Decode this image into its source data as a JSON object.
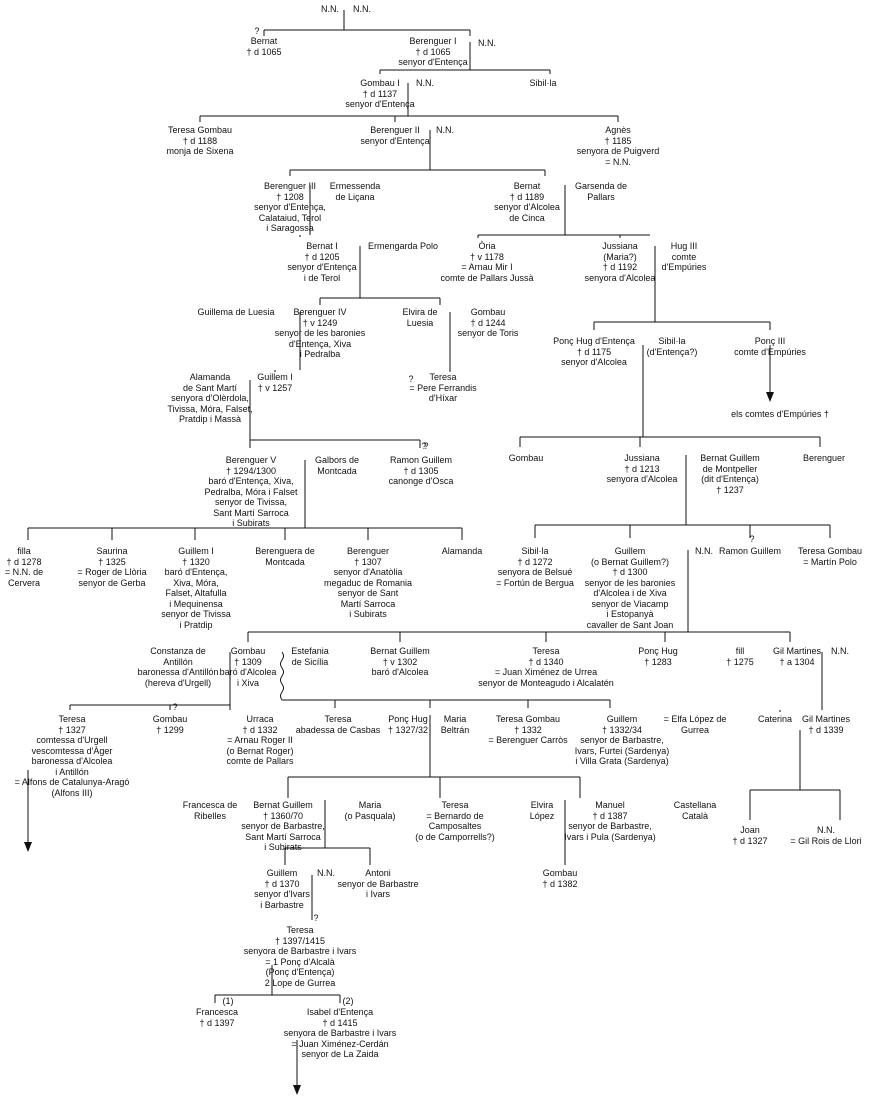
{
  "nodes": [
    {
      "id": "nn_top_l",
      "text": "N.N."
    },
    {
      "id": "nn_top_r",
      "text": "N.N."
    },
    {
      "id": "bernat_1065",
      "text": "Bernat\n† d 1065"
    },
    {
      "id": "berenguer_i",
      "text": "Berenguer I\n† d 1065\nsenyor d'Entença"
    },
    {
      "id": "nn_ber1",
      "text": "N.N."
    },
    {
      "id": "gombau_i",
      "text": "Gombau I\n† d 1137\nsenyor d'Entença"
    },
    {
      "id": "nn_gombau1",
      "text": "N.N."
    },
    {
      "id": "sibilla_1",
      "text": "Sibil·la"
    },
    {
      "id": "teresa_gombau_1188",
      "text": "Teresa Gombau\n† d 1188\nmonja de Sixena"
    },
    {
      "id": "berenguer_ii",
      "text": "Berenguer II\nsenyor d'Entença"
    },
    {
      "id": "nn_ber2",
      "text": "N.N."
    },
    {
      "id": "agnes",
      "text": "Agnès\n† 1185\nsenyora de Puigverd\n= N.N."
    },
    {
      "id": "berenguer_iii",
      "text": "Berenguer III\n† 1208\nsenyor d'Entença,\nCalataiud, Terol\ni Saragossa"
    },
    {
      "id": "ermessenda",
      "text": "Ermessenda\nde Liçana"
    },
    {
      "id": "bernat_1189",
      "text": "Bernat\n† d 1189\nsenyor d'Alcolea\nde Cinca"
    },
    {
      "id": "garsenda",
      "text": "Garsenda de\nPallars"
    },
    {
      "id": "bernat_i",
      "text": "Bernat I\n† d 1205\nsenyor d'Entença\ni de Terol"
    },
    {
      "id": "ermengarda",
      "text": "Ermengarda Polo"
    },
    {
      "id": "oria",
      "text": "Òria\n† v 1178\n= Arnau Mir I\ncomte de Pallars Jussà"
    },
    {
      "id": "jussiana_1192",
      "text": "Jussiana\n(Maria?)\n† d 1192\nsenyora d'Alcolea"
    },
    {
      "id": "hug_iii",
      "text": "Hug III\ncomte\nd'Empúries"
    },
    {
      "id": "guillema",
      "text": "Guillema de Luesia"
    },
    {
      "id": "berenguer_iv",
      "text": "Berenguer IV\n† v 1249\nsenyor de les baronies\nd'Entença, Xiva\ni Pedralba"
    },
    {
      "id": "elvira_luesia",
      "text": "Elvira de\nLuesia"
    },
    {
      "id": "gombau_toris",
      "text": "Gombau\n† d 1244\nsenyor de Toris"
    },
    {
      "id": "ponc_hug_entenca",
      "text": "Ponç Hug d'Entença\n† d 1175\nsenyor d'Alcolea"
    },
    {
      "id": "sibilla_entenca",
      "text": "Sibil·la\n(d'Entença?)"
    },
    {
      "id": "ponc_iii",
      "text": "Ponç III\ncomte d'Empúries"
    },
    {
      "id": "alamanda",
      "text": "Alamanda\nde Sant Martí\nsenyora d'Olèrdola,\nTivissa, Móra, Falset,\nPratdip i Massà"
    },
    {
      "id": "guillem_i_1257",
      "text": "Guillem I\n† v 1257"
    },
    {
      "id": "teresa_ferrandis",
      "text": "Teresa\n= Pere Ferrandis\nd'Híxar"
    },
    {
      "id": "q_teresa",
      "text": "?"
    },
    {
      "id": "comtes_empuries",
      "text": "els comtes d'Empúries †"
    },
    {
      "id": "berenguer_v",
      "text": "Berenguer V\n† 1294/1300\nbaró d'Entença, Xiva,\nPedralba, Móra i Falset\nsenyor de Tivissa,\nSant Martí Sarroca\ni Subirats"
    },
    {
      "id": "galbors",
      "text": "Galbors de\nMontcada"
    },
    {
      "id": "ramon_guillem_1305",
      "text": "Ramon Guillem\n† d 1305\ncanonge d'Osca"
    },
    {
      "id": "q_ramon",
      "text": "?"
    },
    {
      "id": "gombau_r",
      "text": "Gombau"
    },
    {
      "id": "jussiana_1213",
      "text": "Jussiana\n† d 1213\nsenyora d'Alcolea"
    },
    {
      "id": "bernat_guillem_mont",
      "text": "Bernat Guillem\nde Montpeller\n(dit d'Entença)\n† 1237"
    },
    {
      "id": "berenguer_r",
      "text": "Berenguer"
    },
    {
      "id": "filla_1278",
      "text": "filla\n† d 1278\n= N.N. de\nCervera"
    },
    {
      "id": "saurina",
      "text": "Saurina\n† 1325\n= Roger de Llòria\nsenyor de Gerba"
    },
    {
      "id": "guillem_i_1320",
      "text": "Guillem I\n† 1320\nbaró d'Entença,\nXiva, Móra,\nFalset, Altafulla\ni Mequinensa\nsenyor de Tivissa\ni Pratdip"
    },
    {
      "id": "berenguera",
      "text": "Berenguera de\nMontcada"
    },
    {
      "id": "berenguer_1307",
      "text": "Berenguer\n† 1307\nsenyor d'Anatòlia\nmegaduc de Romania\nsenyor de Sant\nMartí Sarroca\ni Subirats"
    },
    {
      "id": "alamanda2",
      "text": "Alamanda"
    },
    {
      "id": "sibilla_1272",
      "text": "Sibil·la\n† d 1272\nsenyora de Belsué\n= Fortún de Bergua"
    },
    {
      "id": "guillem_1300",
      "text": "Guillem\n(o Bernat Guillem?)\n† d 1300\nsenyor de les baronies\nd'Alcolea i de Xiva\nsenyor de Viacamp\ni Estopanyà\ncavaller de Sant Joan"
    },
    {
      "id": "nn_guillem1300",
      "text": "N.N."
    },
    {
      "id": "ramon_guillem2",
      "text": "Ramon Guillem"
    },
    {
      "id": "q_ramon2",
      "text": "?"
    },
    {
      "id": "teresa_gombau_polo",
      "text": "Teresa Gombau\n= Martín Polo"
    },
    {
      "id": "constanza",
      "text": "Constanza de\nAntillón\nbaronessa d'Antillón\n(hereva d'Urgell)"
    },
    {
      "id": "gombau_1309",
      "text": "Gombau\n† 1309\nbaró d'Alcolea\ni Xiva"
    },
    {
      "id": "estefania",
      "text": "Estefania\nde Sicília"
    },
    {
      "id": "bernat_guillem_1302",
      "text": "Bernat Guillem\n† v 1302\nbaró d'Alcolea"
    },
    {
      "id": "teresa_1340",
      "text": "Teresa\n† d 1340\n= Juan Ximénez de Urrea\nsenyor de Monteagudo i Alcalatén"
    },
    {
      "id": "ponc_hug_1283",
      "text": "Ponç Hug\n† 1283"
    },
    {
      "id": "fill_1275",
      "text": "fill\n† 1275"
    },
    {
      "id": "gil_martines_1304",
      "text": "Gil Martines\n† a 1304"
    },
    {
      "id": "nn_gil",
      "text": "N.N."
    },
    {
      "id": "teresa_urgell",
      "text": "Teresa\n† 1327\ncomtessa d'Urgell\nvescomtessa d'Àger\nbaronessa d'Alcolea\ni Antillón\n= Alfons de Catalunya-Aragó\n(Alfons III)"
    },
    {
      "id": "gombau_1299",
      "text": "Gombau\n† 1299"
    },
    {
      "id": "q_gombau1299",
      "text": "?"
    },
    {
      "id": "urraca",
      "text": "Urraca\n† d 1332\n= Arnau Roger II\n(o Bernat Roger)\ncomte de Pallars"
    },
    {
      "id": "teresa_casbas",
      "text": "Teresa\nabadessa de Casbas"
    },
    {
      "id": "ponc_hug_1327",
      "text": "Ponç Hug\n† 1327/32"
    },
    {
      "id": "maria_beltran",
      "text": "Maria\nBeltrán"
    },
    {
      "id": "teresa_gombau_1332",
      "text": "Teresa Gombau\n† 1332\n= Berenguer Carròs"
    },
    {
      "id": "guillem_1332",
      "text": "Guillem\n† 1332/34\nsenyor de Barbastre,\nIvars, Furtei (Sardenya)\ni Villa Grata (Sardenya)"
    },
    {
      "id": "elfa",
      "text": "= Elfa López de\nGurrea"
    },
    {
      "id": "caterina",
      "text": "Caterina"
    },
    {
      "id": "gil_martines_1339",
      "text": "Gil Martines\n† d 1339"
    },
    {
      "id": "francesca_ribelles",
      "text": "Francesca de\nRibelles"
    },
    {
      "id": "bernat_guillem_1360",
      "text": "Bernat Guillem\n† 1360/70\nsenyor de Barbastre,\nSant Martí Sarroca\ni Subirats"
    },
    {
      "id": "maria_pasquala",
      "text": "Maria\n(o Pasquala)"
    },
    {
      "id": "teresa_camposaltes",
      "text": "Teresa\n= Bernardo de\nCamposaltes\n(o de Camporrells?)"
    },
    {
      "id": "elvira_lopez",
      "text": "Elvira\nLópez"
    },
    {
      "id": "manuel",
      "text": "Manuel\n† d 1387\nsenyor de Barbastre,\nIvars i Pula (Sardenya)"
    },
    {
      "id": "castellana",
      "text": "Castellana\nCatalà"
    },
    {
      "id": "joan_1327",
      "text": "Joan\n† d 1327"
    },
    {
      "id": "nn_gil_rois",
      "text": "N.N.\n= Gil Rois de Llori"
    },
    {
      "id": "guillem_1370",
      "text": "Guillem\n† d 1370\nsenyor d'Ivars\ni Barbastre"
    },
    {
      "id": "nn_guillem1370",
      "text": "N.N."
    },
    {
      "id": "antoni",
      "text": "Antoni\nsenyor de Barbastre\ni Ivars"
    },
    {
      "id": "gombau_1382",
      "text": "Gombau\n† d 1382"
    },
    {
      "id": "teresa_1397",
      "text": "Teresa\n† 1397/1415\nsenyora de Barbastre i Ivars\n= 1 Ponç d'Alcalà\n(Ponç d'Entença)\n2 Lope de Gurrea"
    },
    {
      "id": "q_teresa1397",
      "text": "?"
    },
    {
      "id": "francesca_1397",
      "text": "Francesca\n† d 1397"
    },
    {
      "id": "label_1",
      "text": "(1)"
    },
    {
      "id": "isabel",
      "text": "Isabel d'Entença\n† d 1415\nsenyora de Barbastre i Ivars\n= Juan Ximénez-Cerdán\nsenyor de La Zaida"
    },
    {
      "id": "label_2",
      "text": "(2)"
    },
    {
      "id": "q_bernat1065",
      "text": "?"
    },
    {
      "id": "q_ramon_g",
      "text": "?"
    }
  ]
}
